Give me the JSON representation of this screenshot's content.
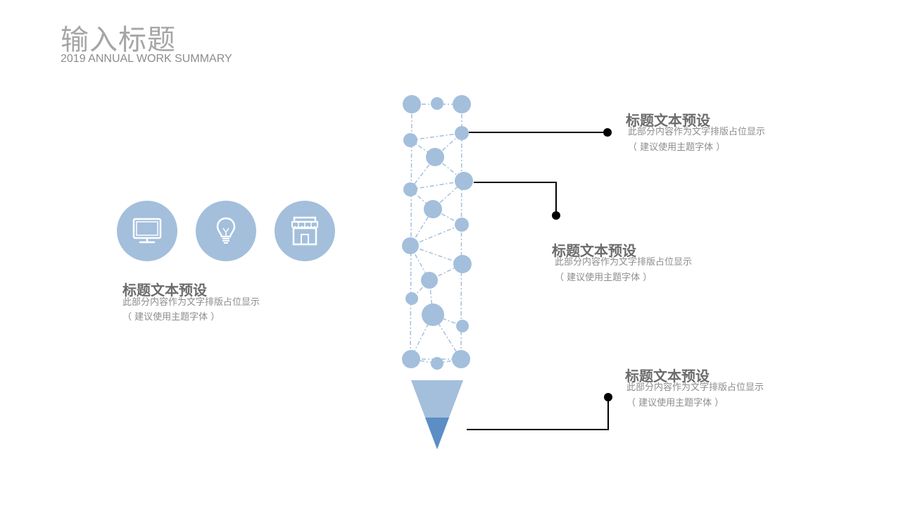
{
  "header": {
    "title": "输入标题",
    "subtitle": "2019 ANNUAL WORK SUMMARY"
  },
  "icons": [
    {
      "name": "monitor-icon"
    },
    {
      "name": "lightbulb-icon"
    },
    {
      "name": "store-icon"
    }
  ],
  "left_block": {
    "title": "标题文本预设",
    "line1": "此部分内容作为文字排版占位显示",
    "line2": "（ 建议使用主题字体 ）"
  },
  "callouts": [
    {
      "title": "标题文本预设",
      "line1": "此部分内容作为文字排版占位显示",
      "line2": "（ 建议使用主题字体 ）"
    },
    {
      "title": "标题文本预设",
      "line1": "此部分内容作为文字排版占位显示",
      "line2": "（ 建议使用主题字体 ）"
    },
    {
      "title": "标题文本预设",
      "line1": "此部分内容作为文字排版占位显示",
      "line2": "（ 建议使用主题字体 ）"
    }
  ],
  "colors": {
    "node": "#a3bfdc",
    "tip_light": "#a3bfdc",
    "tip_dark": "#5b8ec4",
    "connector": "#000000",
    "title_text": "#6b6b6b",
    "body_text": "#8c8c8c"
  }
}
